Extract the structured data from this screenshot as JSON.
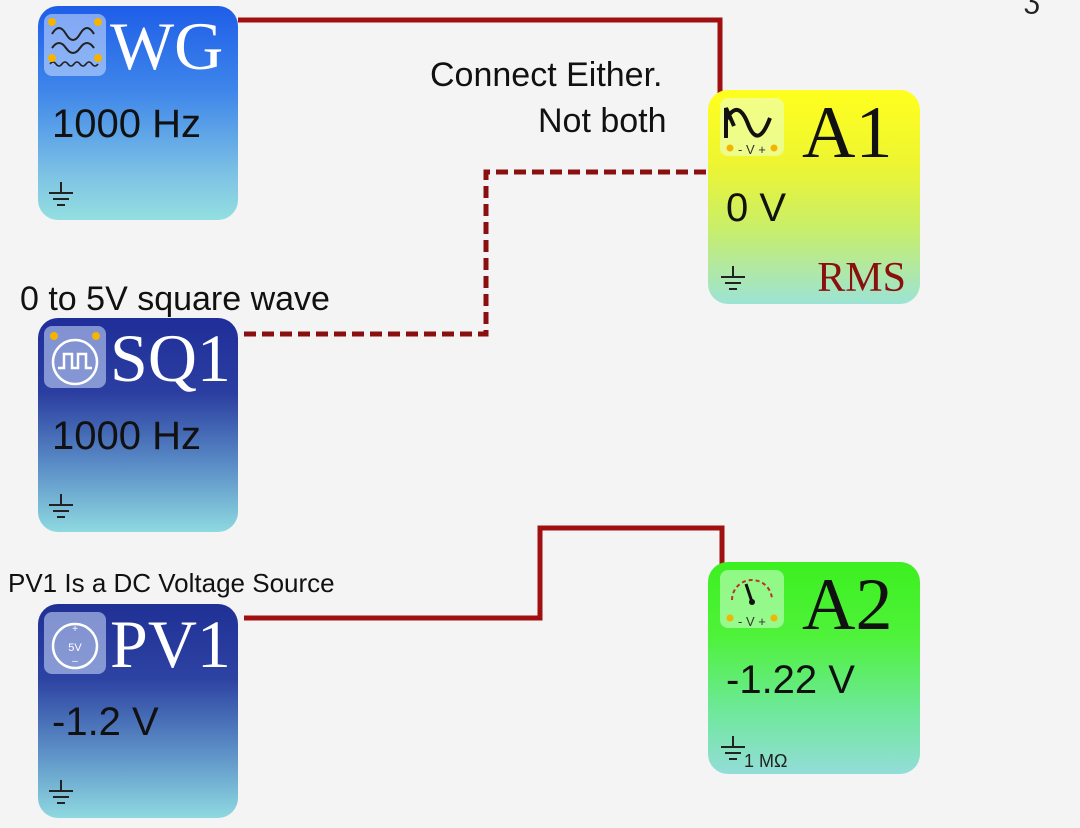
{
  "blocks": {
    "wg": {
      "title": "WG",
      "reading": "1000 Hz"
    },
    "sq1": {
      "title": "SQ1",
      "reading": "1000 Hz"
    },
    "pv1": {
      "title": "PV1",
      "reading": "-1.2 V",
      "icon_label": "5V"
    },
    "a1": {
      "title": "A1",
      "reading": "0 V",
      "mode": "RMS",
      "terminal_label": "- V +"
    },
    "a2": {
      "title": "A2",
      "reading": "-1.22 V",
      "impedance": "1 MΩ",
      "terminal_label": "- V +"
    }
  },
  "notes": {
    "connect_line1": "Connect Either.",
    "connect_line2": "Not both",
    "square_wave": "0 to 5V square wave",
    "pv1_desc": "PV1 Is a DC Voltage Source"
  },
  "colors": {
    "wire_solid": "#a01010",
    "wire_dashed": "#8a1010",
    "terminal": "#f5b400",
    "rms_text": "#8a1010"
  },
  "icons": {
    "wg": "sine-waves-icon",
    "sq1": "square-wave-icon",
    "pv1": "dc-source-icon",
    "a1": "oscilloscope-icon",
    "a2": "voltmeter-gauge-icon",
    "ground": "ground-icon"
  }
}
